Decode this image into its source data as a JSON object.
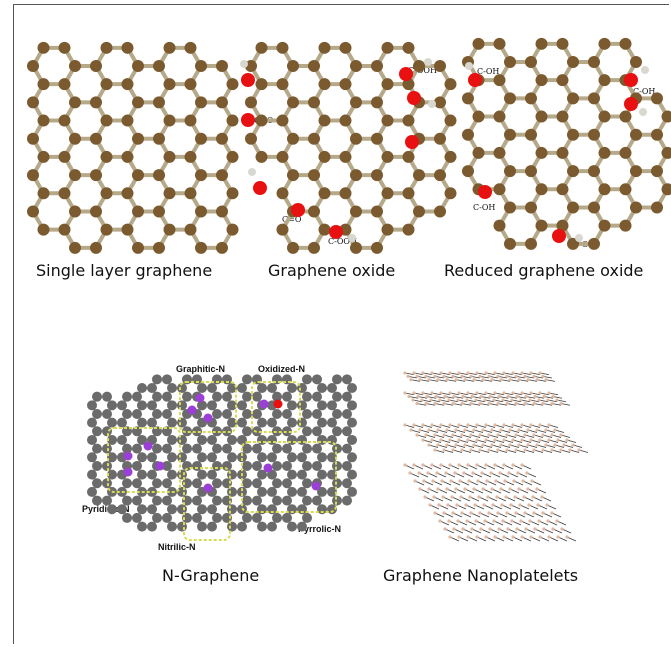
{
  "figure": {
    "captions": {
      "single": "Single layer graphene",
      "oxide": "Graphene oxide",
      "reduced": "Reduced graphene oxide",
      "ngraphene": "N-Graphene",
      "nanoplatelets": "Graphene Nanoplatelets"
    },
    "go_tags": [
      "C-OOH",
      "C=O",
      "C=O",
      "C-OOH"
    ],
    "rgo_tags": [
      "C-OH",
      "C-OH",
      "C-OH",
      "C-OH"
    ],
    "n_labels": [
      "Graphitic-N",
      "Oxidized-N",
      "Pyridinic-N",
      "Nitrilic-N",
      "Pyrrolic-N"
    ]
  },
  "colors": {
    "carbon": "#7a5a2e",
    "bond": "#b5a98a",
    "oxygen": "#e81010",
    "hydrogen": "#d8d8d0",
    "n_carbon": "#6b6b6b",
    "nitrogen": "#9b3fd6",
    "box": "#d8dc50"
  }
}
